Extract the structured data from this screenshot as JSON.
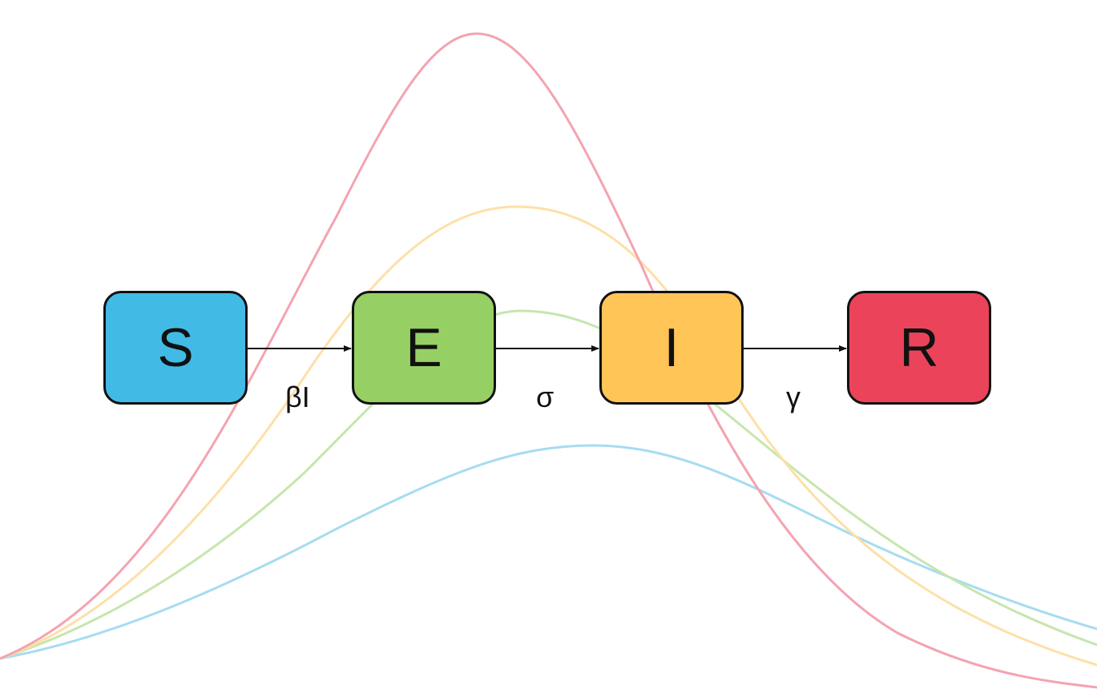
{
  "compartments": [
    {
      "label": "S",
      "color": "#41bbe6"
    },
    {
      "label": "E",
      "color": "#96d064"
    },
    {
      "label": "I",
      "color": "#ffc557"
    },
    {
      "label": "R",
      "color": "#eb445a"
    }
  ],
  "rates": {
    "s_to_e": "βI",
    "e_to_i": "σ",
    "i_to_r": "γ"
  },
  "background_curve_colors": [
    "#f4a3b0",
    "#fde0a8",
    "#c6e6ad",
    "#a6dcf0"
  ]
}
